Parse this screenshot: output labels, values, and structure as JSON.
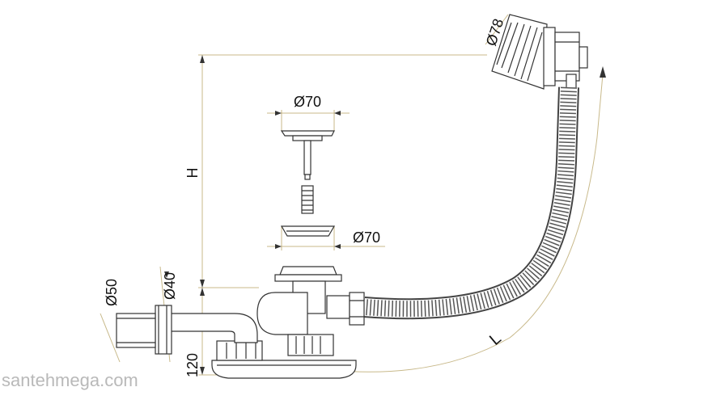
{
  "labels": {
    "d78": "Ø78",
    "d70_top": "Ø70",
    "d70_mid": "Ø70",
    "h": "H",
    "d50": "Ø50",
    "d40": "Ø40",
    "h120": "120",
    "l": "L"
  },
  "watermark": "santehmega.com",
  "colors": {
    "line": "#333333",
    "dimension": "#c8b98a",
    "watermark": "#b9b9b9"
  }
}
